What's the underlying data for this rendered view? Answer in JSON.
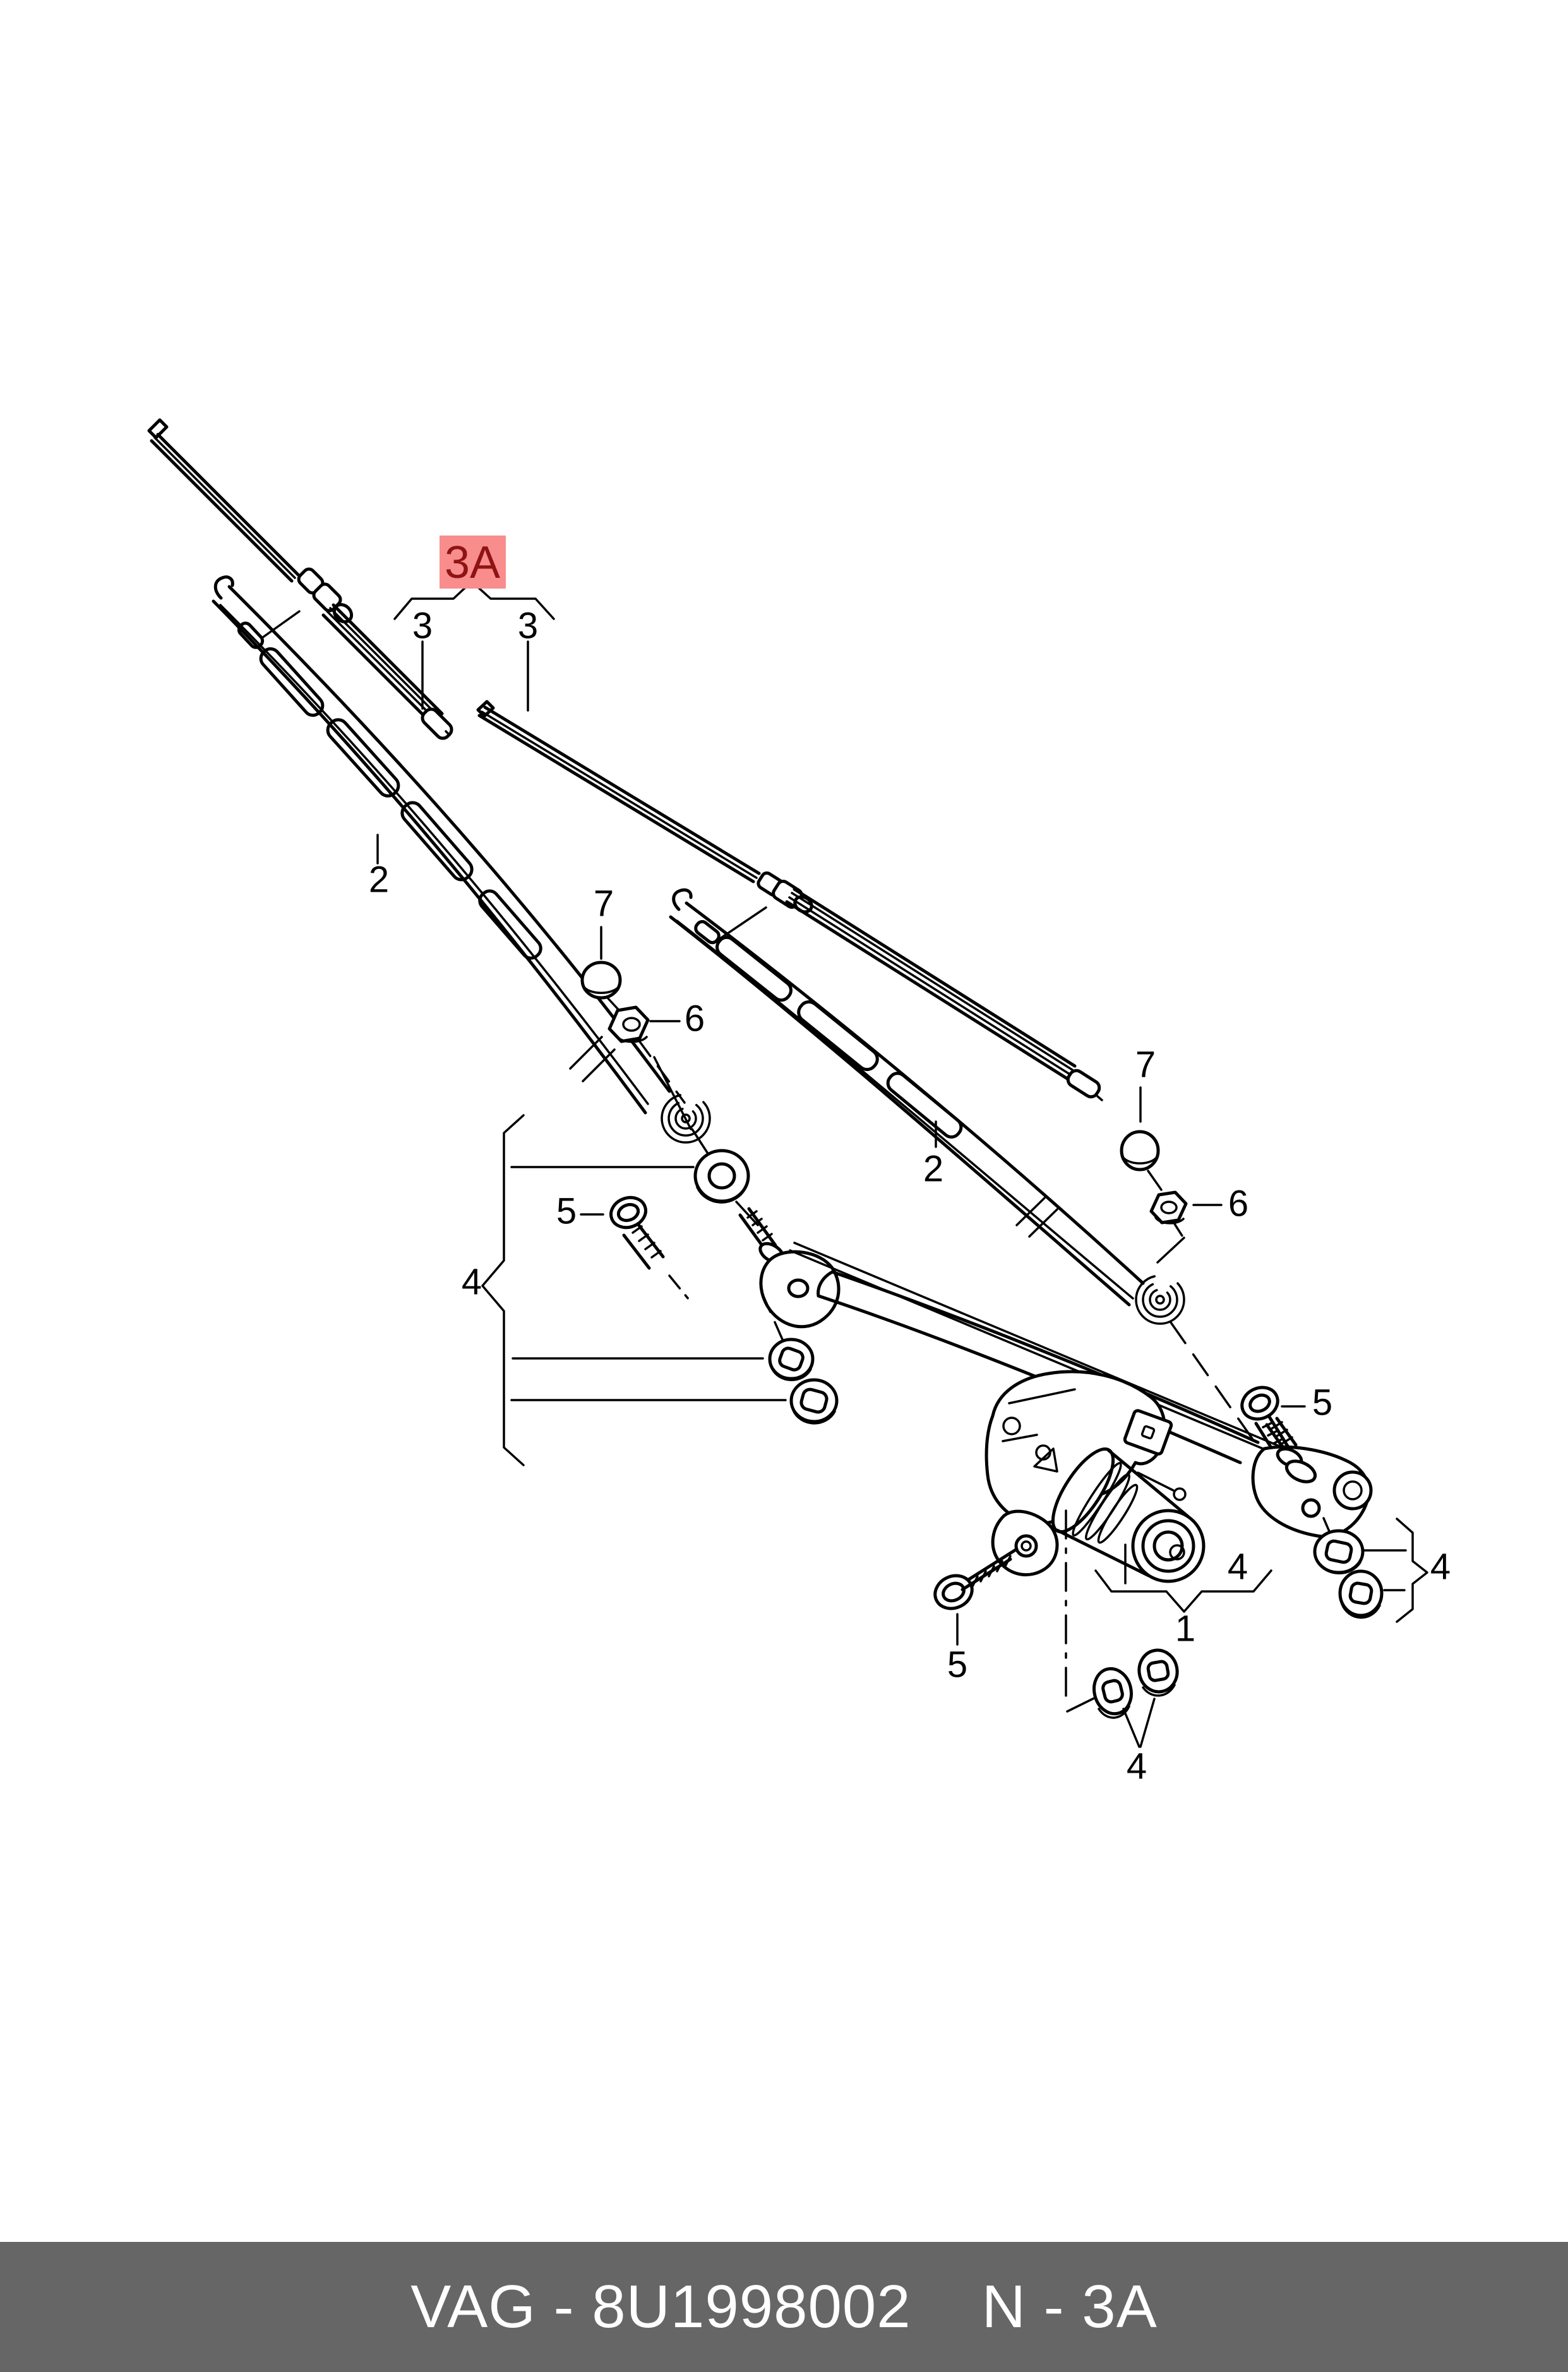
{
  "page": {
    "background": "#ffffff"
  },
  "diagram": {
    "highlight": {
      "label": "3A",
      "bg": "#f98c8c",
      "fg": "#8e1414"
    },
    "labels": {
      "blade_left": "3",
      "blade_right": "3",
      "arm_left": "2",
      "arm_right": "2",
      "cap_left": "7",
      "cap_right": "7",
      "nut_left": "6",
      "nut_right": "6",
      "bolt_pivot_left": "5",
      "bolt_motor": "5",
      "bolt_pivot_right": "5",
      "mounts_left": "4",
      "mounts_center": "4",
      "mounts_right": "4",
      "mounts_bottom": "4",
      "motor_linkage": "1"
    }
  },
  "footer": {
    "catalog_code": "VAG - 8U1998002",
    "section_code": "N - 3A",
    "bg": "#666666",
    "fg": "#ffffff"
  }
}
